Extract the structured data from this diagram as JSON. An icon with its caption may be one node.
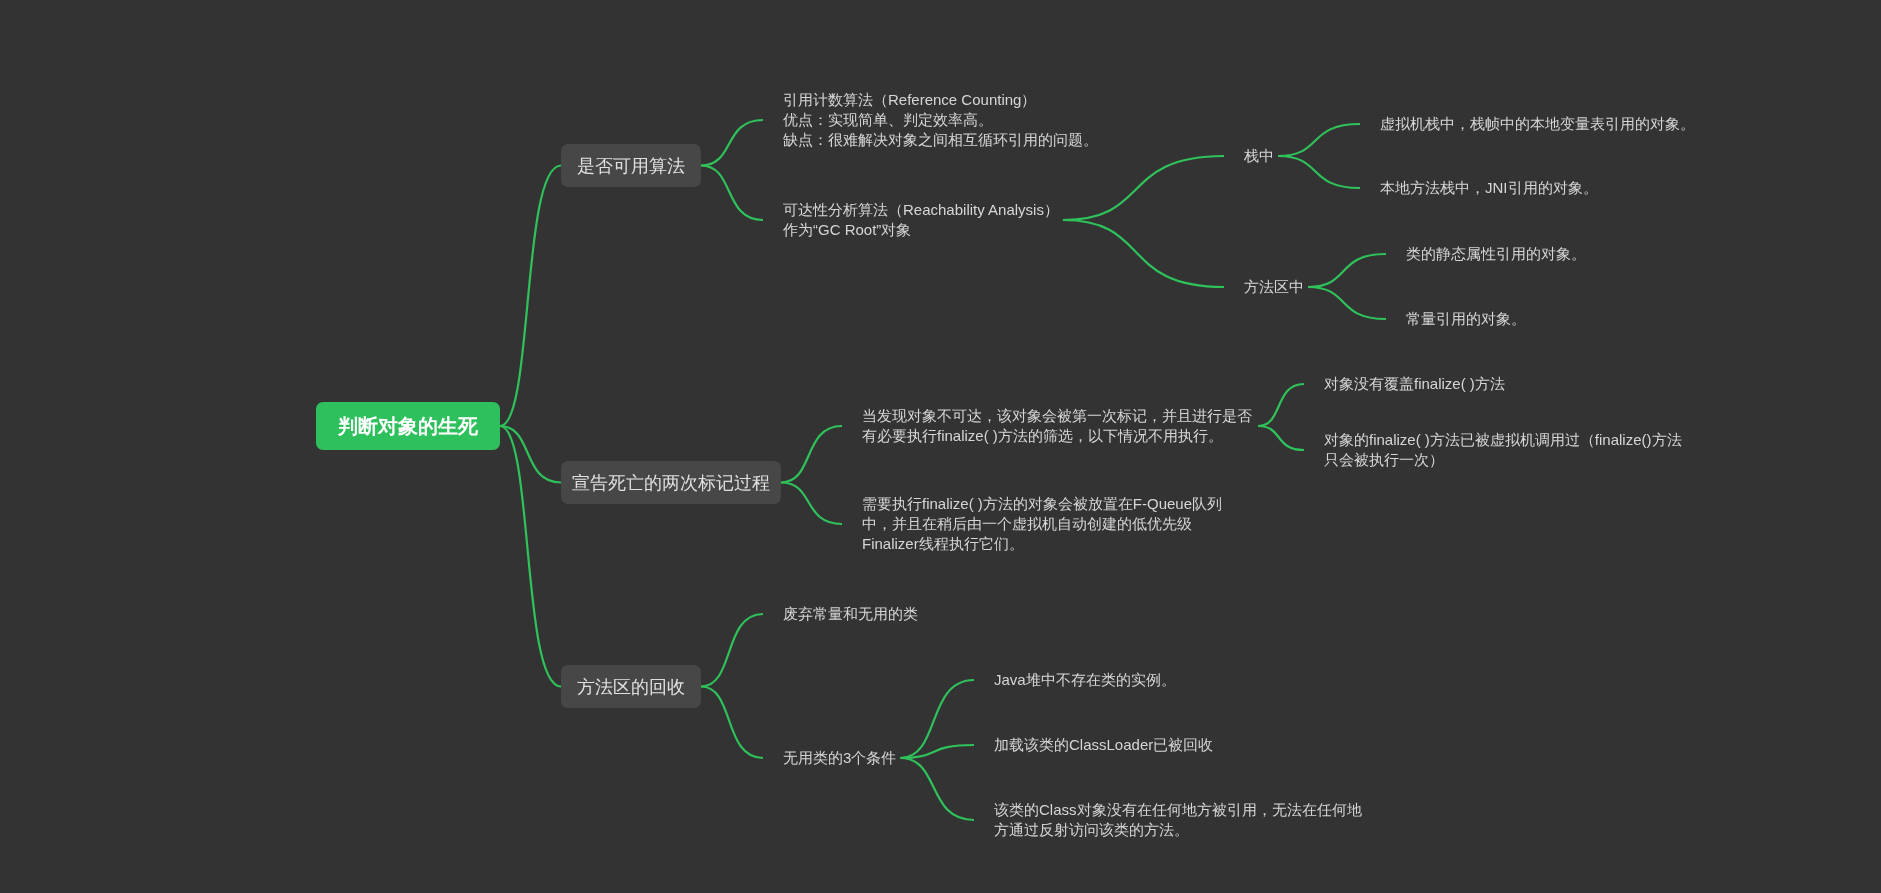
{
  "diagram": {
    "nodes": [
      {
        "text": [
          "判断对象的生死"
        ]
      },
      {
        "text": [
          "是否可用算法"
        ]
      },
      {
        "text": [
          "引用计数算法（Reference Counting）",
          "优点：实现简单、判定效率高。",
          "缺点：很难解决对象之间相互循环引用的问题。"
        ]
      },
      {
        "text": [
          "可达性分析算法（Reachability Analysis）",
          "作为“GC Root”对象"
        ]
      },
      {
        "text": [
          "栈中"
        ]
      },
      {
        "text": [
          "方法区中"
        ]
      },
      {
        "text": [
          "虚拟机栈中，栈帧中的本地变量表引用的对象。"
        ]
      },
      {
        "text": [
          "本地方法栈中，JNI引用的对象。"
        ]
      },
      {
        "text": [
          "类的静态属性引用的对象。"
        ]
      },
      {
        "text": [
          "常量引用的对象。"
        ]
      },
      {
        "text": [
          "宣告死亡的两次标记过程"
        ]
      },
      {
        "text": [
          "当发现对象不可达，该对象会被第一次标记，并且进行是否有必要执行finalize( )方法的筛选，以下情况不用执行。"
        ]
      },
      {
        "text": [
          "需要执行finalize( )方法的对象会被放置在F-Queue队列中，并且在稍后由一个虚拟机自动创建的低优先级Finalizer线程执行它们。"
        ]
      },
      {
        "text": [
          "对象没有覆盖finalize( )方法"
        ]
      },
      {
        "text": [
          "对象的finalize( )方法已被虚拟机调用过（finalize()方法只会被执行一次）"
        ]
      },
      {
        "text": [
          "方法区的回收"
        ]
      },
      {
        "text": [
          "废弃常量和无用的类"
        ]
      },
      {
        "text": [
          "无用类的3个条件"
        ]
      },
      {
        "text": [
          "Java堆中不存在类的实例。"
        ]
      },
      {
        "text": [
          "加载该类的ClassLoader已被回收"
        ]
      },
      {
        "text": [
          "该类的Class对象没有在任何地方被引用，无法在任何地方通过反射访问该类的方法。"
        ]
      }
    ],
    "edges": [
      {
        "from": 0,
        "to": 1,
        "arrow": "none"
      },
      {
        "from": 0,
        "to": 10,
        "arrow": "none"
      },
      {
        "from": 0,
        "to": 15,
        "arrow": "none"
      },
      {
        "from": 1,
        "to": 2,
        "arrow": "none"
      },
      {
        "from": 1,
        "to": 3,
        "arrow": "none"
      },
      {
        "from": 3,
        "to": 4,
        "arrow": "none"
      },
      {
        "from": 3,
        "to": 5,
        "arrow": "none"
      },
      {
        "from": 4,
        "to": 6,
        "arrow": "none"
      },
      {
        "from": 4,
        "to": 7,
        "arrow": "none"
      },
      {
        "from": 5,
        "to": 8,
        "arrow": "none"
      },
      {
        "from": 5,
        "to": 9,
        "arrow": "none"
      },
      {
        "from": 10,
        "to": 11,
        "arrow": "none"
      },
      {
        "from": 10,
        "to": 12,
        "arrow": "none"
      },
      {
        "from": 11,
        "to": 13,
        "arrow": "none"
      },
      {
        "from": 11,
        "to": 14,
        "arrow": "none"
      },
      {
        "from": 15,
        "to": 16,
        "arrow": "none"
      },
      {
        "from": 15,
        "to": 17,
        "arrow": "none"
      },
      {
        "from": 17,
        "to": 18,
        "arrow": "none"
      },
      {
        "from": 17,
        "to": 19,
        "arrow": "none"
      },
      {
        "from": 17,
        "to": 20,
        "arrow": "none"
      }
    ]
  }
}
